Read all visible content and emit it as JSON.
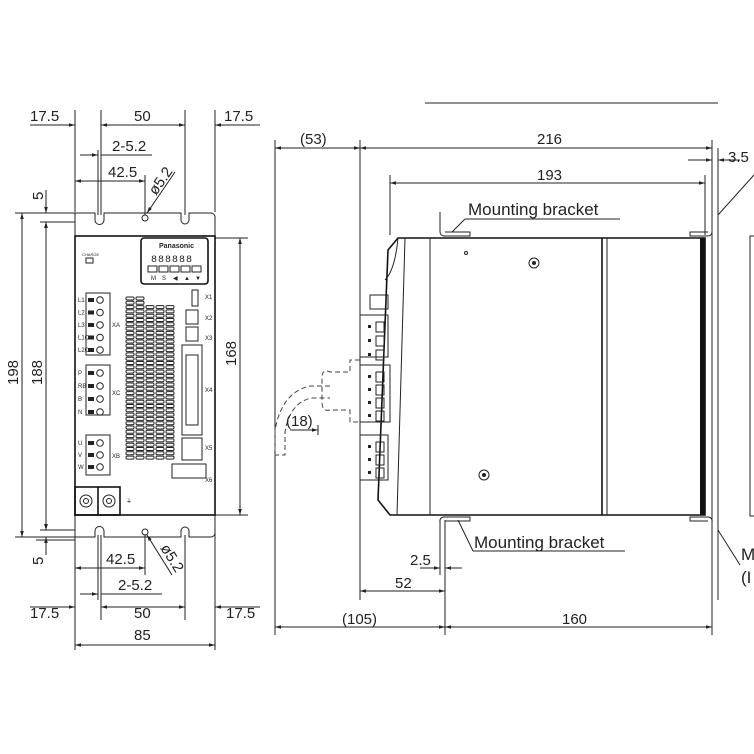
{
  "front_view": {
    "top_dims": {
      "left": "17.5",
      "center": "50",
      "right": "17.5",
      "slot": "2-5.2",
      "hole_offset": "42.5",
      "hole_dia": "ø5.2",
      "flange": "5"
    },
    "side_dims": {
      "overall": "198",
      "mount_pitch": "188",
      "body": "168"
    },
    "bottom_dims": {
      "flange": "5",
      "hole_offset": "42.5",
      "hole_dia": "ø5.2",
      "slot": "2-5.2",
      "left": "17.5",
      "center": "50",
      "right": "17.5",
      "width": "85"
    },
    "panel": {
      "brand": "Panasonic",
      "display": "888888",
      "keys": [
        "M",
        "S",
        "◀",
        "▲",
        "▼"
      ],
      "connectors": [
        "X1",
        "X2",
        "X3",
        "X4",
        "X5",
        "X6",
        "XA",
        "XC",
        "XB"
      ],
      "xa_pins": [
        "L1",
        "L2",
        "L3",
        "L1C",
        "L2C"
      ],
      "xc_pins": [
        "P",
        "RB",
        "B",
        "N"
      ],
      "xb_pins": [
        "U",
        "V",
        "W"
      ],
      "charge": "CHARGE"
    }
  },
  "side_view": {
    "dims": {
      "cable_offset": "(53)",
      "depth": "216",
      "body_depth": "193",
      "bracket": "3.5",
      "cable_bend": "(18)",
      "bracket_thk": "2.5",
      "front_depth": "52",
      "front_total": "(105)",
      "rear": "160"
    },
    "labels": {
      "top_bracket": "Mounting bracket",
      "bottom_bracket": "Mounting bracket",
      "clipped_right_1": "M",
      "clipped_right_2": "(I"
    }
  }
}
